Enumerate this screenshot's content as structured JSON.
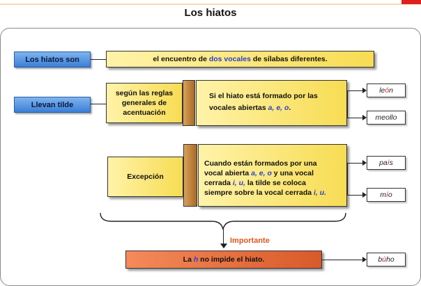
{
  "header": {
    "title": "Los hiatos"
  },
  "row1": {
    "tag": "Los hiatos son",
    "text_before": "el encuentro de ",
    "text_highlight": "dos vocales",
    "text_after": " de sílabas diferentes."
  },
  "row2": {
    "tag": "Llevan tilde",
    "left_box": "según las reglas generales de acentuación",
    "main_before": "Si el hiato está formado por las vocales abiertas ",
    "main_vowels": "a, e, o",
    "main_after": ".",
    "examples": [
      {
        "pre": "le",
        "accent": "ó",
        "post": "n"
      },
      {
        "pre": "meollo",
        "accent": "",
        "post": ""
      }
    ]
  },
  "row3": {
    "left_box": "Excepción",
    "line1": "Cuando están formados por una",
    "line2_before": "vocal abierta ",
    "line2_vowels": "a, e, o",
    "line2_after": " y una vocal",
    "line3_before": "cerrada ",
    "line3_vowels": "i, u,",
    "line3_after": " la tilde se coloca",
    "line4_before": "siempre sobre la vocal cerrada ",
    "line4_vowels": "i, u.",
    "examples": [
      {
        "pre": "pa",
        "accent": "í",
        "post": "s"
      },
      {
        "pre": "m",
        "accent": "í",
        "post": "o"
      }
    ]
  },
  "important": {
    "label": "Importante",
    "text_before": "La ",
    "text_h": "h",
    "text_after": " no impide el hiato.",
    "example": {
      "pre": "b",
      "accent": "ú",
      "post": "ho"
    }
  },
  "colors": {
    "accent_red": "#cc2222",
    "vowel_blue": "#2a3fd0",
    "important_orange": "#e0561a"
  }
}
